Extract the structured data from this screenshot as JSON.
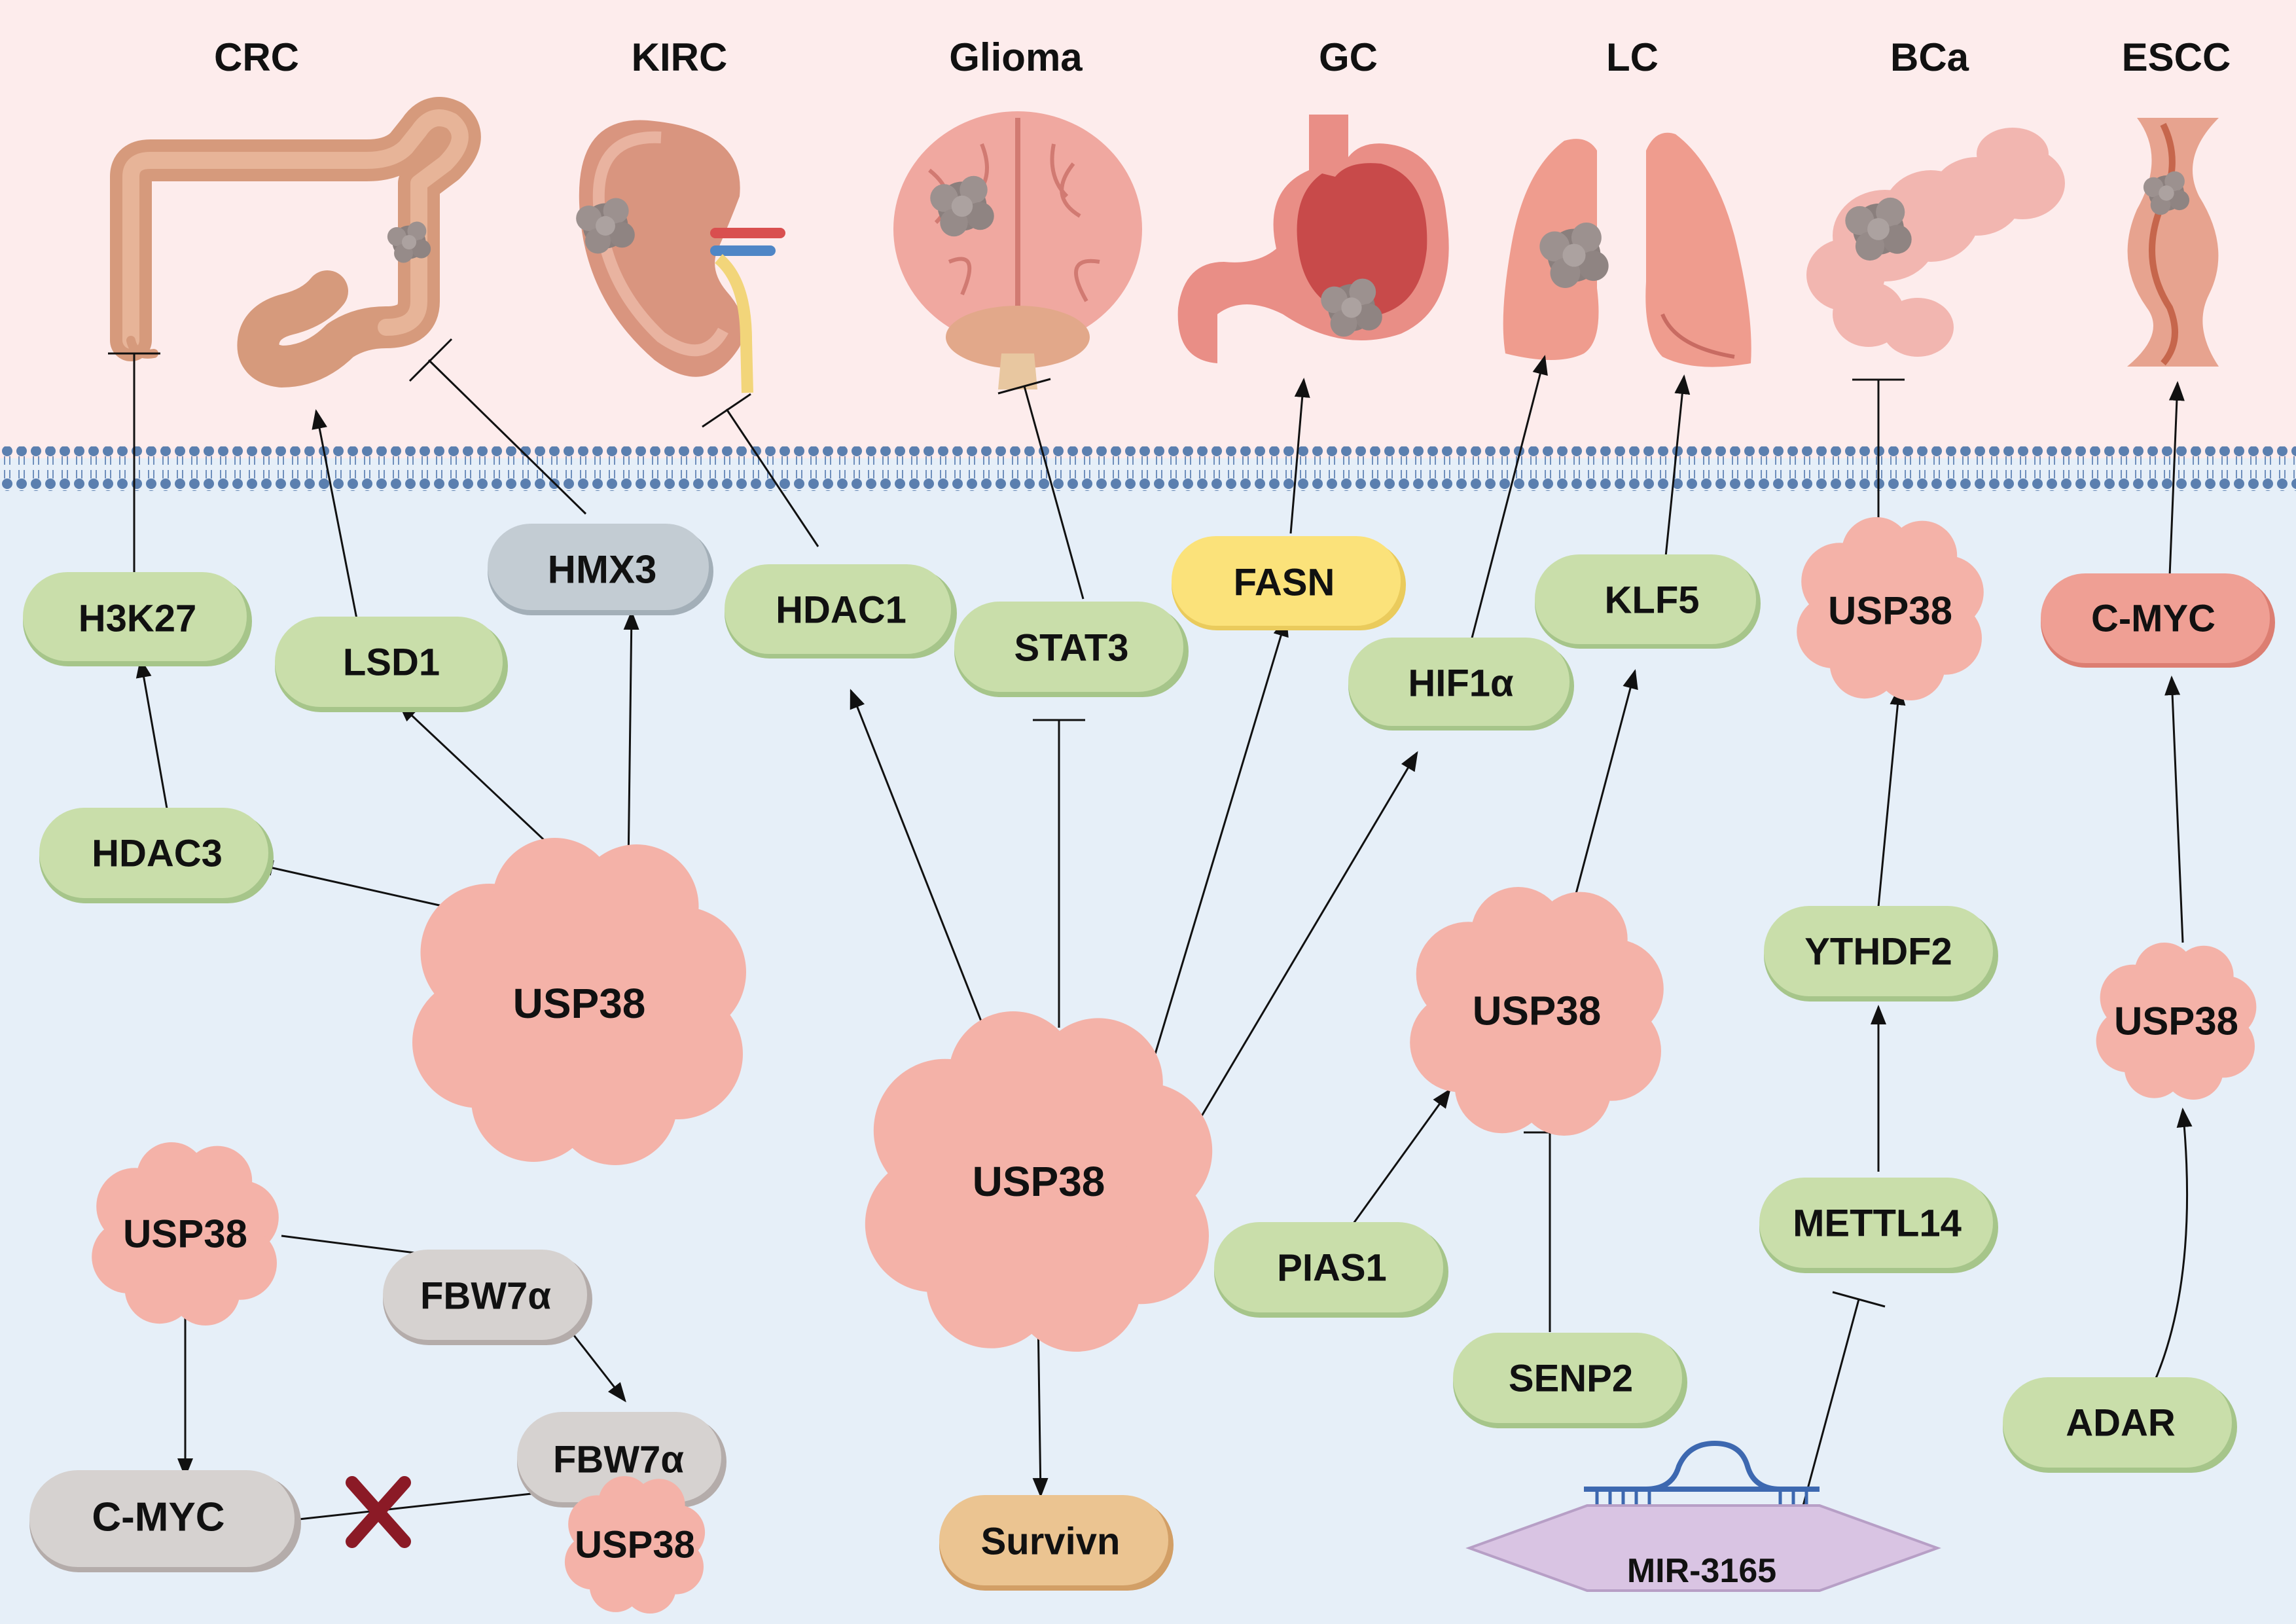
{
  "organs": [
    {
      "id": "crc",
      "label": "CRC"
    },
    {
      "id": "kirc",
      "label": "KIRC"
    },
    {
      "id": "glioma",
      "label": "Glioma"
    },
    {
      "id": "gc",
      "label": "GC"
    },
    {
      "id": "lc",
      "label": "LC"
    },
    {
      "id": "bca",
      "label": "BCa"
    },
    {
      "id": "escc",
      "label": "ESCC"
    }
  ],
  "nodes": {
    "h3k27": "H3K27",
    "lsd1": "LSD1",
    "hmx3": "HMX3",
    "hdac1": "HDAC1",
    "stat3": "STAT3",
    "fasn": "FASN",
    "hif1a": "HIF1α",
    "klf5": "KLF5",
    "usp38_bca": "USP38",
    "cmyc_escc": "C-MYC",
    "hdac3": "HDAC3",
    "usp38_crc": "USP38",
    "usp38_center": "USP38",
    "usp38_lc": "USP38",
    "ythdf2": "YTHDF2",
    "usp38_escc": "USP38",
    "usp38_bottom": "USP38",
    "fbw7a_1": "FBW7α",
    "fbw7a_2": "FBW7α",
    "usp38_complex": "USP38",
    "cmyc_bottom": "C-MYC",
    "survivn": "Survivn",
    "pias1": "PIAS1",
    "senp2": "SENP2",
    "mettl14": "METTL14",
    "mir3165": "MIR-3165",
    "adar": "ADAR"
  },
  "colors": {
    "green": "#c9deaa",
    "grey": "#d6d2d0",
    "blueGrey": "#c3ccd3",
    "yellow": "#fbe27a",
    "orange": "#ebc491",
    "salmon": "#ef9f94",
    "usp38": "#f4b2a8",
    "mir": "#d9c4e3",
    "cross": "#8b1a26"
  }
}
